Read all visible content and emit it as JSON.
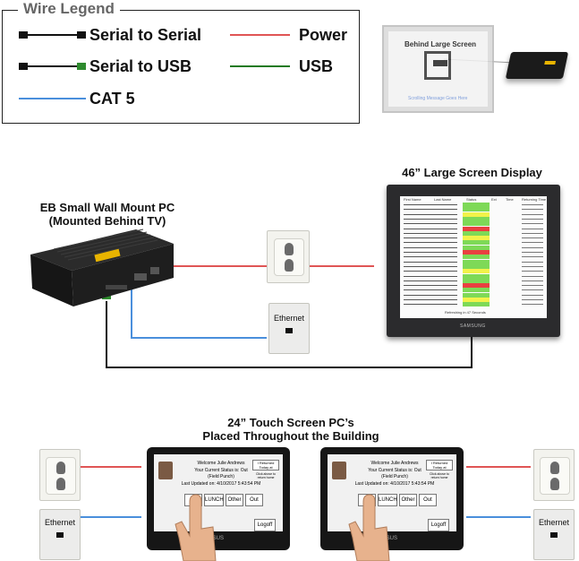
{
  "legend": {
    "title": "Wire Legend",
    "items": [
      {
        "label": "Serial to Serial",
        "color": "#000000"
      },
      {
        "label": "Serial to USB",
        "color": "#2e8b2e"
      },
      {
        "label": "CAT 5",
        "color": "#4a8fdc"
      },
      {
        "label": "Power",
        "color": "#e05555"
      },
      {
        "label": "USB",
        "color": "#1f7a1f"
      }
    ]
  },
  "thumbnail": {
    "label": "Behind Large Screen",
    "footer": "Scrolling Message Goes Here"
  },
  "small_pc": {
    "caption_line1": "EB Small Wall Mount PC",
    "caption_line2": "(Mounted Behind TV)"
  },
  "large_display": {
    "caption": "46” Large Screen Display",
    "brand": "SAMSUNG",
    "footer": "Refreshing in 47 Seconds",
    "headers": [
      "First Name",
      "Last Name",
      "Status",
      "Ext",
      "Time",
      "Returning Time"
    ]
  },
  "touch_pcs": {
    "caption_line1": "24” Touch Screen PC’s",
    "caption_line2": "Placed Throughout the Building",
    "brand": "/SUS",
    "welcome": "Welcome Julie Andrews",
    "status_line": "Your Current Status is: Out",
    "status_detail": "(Field Punch)",
    "last_updated": "Last Updated on: 4/10/2017 5:43:54 PM",
    "buttons": [
      "In",
      "LUNCH",
      "Other",
      "Out"
    ],
    "side_button": "I Returned Today at",
    "side_note": "Click above to return home",
    "logoff": "Logoff"
  },
  "labels": {
    "ethernet": "Ethernet"
  }
}
